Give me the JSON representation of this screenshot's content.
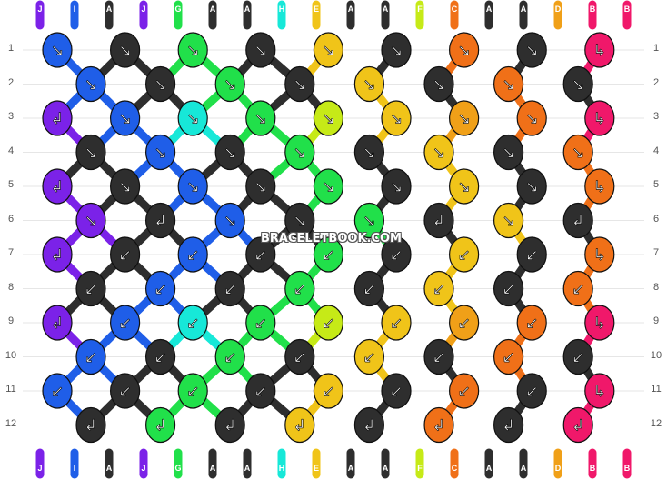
{
  "colors": {
    "J": "#7b22e8",
    "I": "#1f5ee8",
    "A": "#2e2e2e",
    "G": "#21e04a",
    "H": "#17e8d8",
    "E": "#f0c419",
    "F": "#c6ea17",
    "C": "#f07018",
    "D": "#f0a018",
    "B": "#f0186a"
  },
  "strands_top": [
    "J",
    "I",
    "A",
    "J",
    "G",
    "A",
    "A",
    "H",
    "E",
    "A",
    "A",
    "F",
    "C",
    "A",
    "A",
    "D",
    "B",
    "B"
  ],
  "strands_bottom": [
    "J",
    "I",
    "A",
    "J",
    "G",
    "A",
    "A",
    "H",
    "E",
    "A",
    "A",
    "F",
    "C",
    "A",
    "A",
    "D",
    "B",
    "B"
  ],
  "row_numbers": [
    "1",
    "2",
    "3",
    "4",
    "5",
    "6",
    "7",
    "8",
    "9",
    "10",
    "11",
    "12"
  ],
  "watermark": "BRACELETBOOK.COM",
  "knots": [
    [
      {
        "c": "I",
        "a": "↘"
      },
      {
        "c": "A",
        "a": "↘"
      },
      {
        "c": "G",
        "a": "↘"
      },
      {
        "c": "A",
        "a": "↘"
      },
      {
        "c": "E",
        "a": "↘"
      },
      {
        "c": "A",
        "a": "↘"
      },
      {
        "c": "C",
        "a": "↘"
      },
      {
        "c": "A",
        "a": "↘"
      },
      {
        "c": "B",
        "a": "↳"
      }
    ],
    [
      {
        "c": "I",
        "a": "↘"
      },
      {
        "c": "A",
        "a": "↘"
      },
      {
        "c": "G",
        "a": "↘"
      },
      {
        "c": "A",
        "a": "↘"
      },
      {
        "c": "E",
        "a": "↘"
      },
      {
        "c": "A",
        "a": "↘"
      },
      {
        "c": "C",
        "a": "↘"
      },
      {
        "c": "A",
        "a": "↘"
      }
    ],
    [
      {
        "c": "J",
        "a": "↲"
      },
      {
        "c": "I",
        "a": "↘"
      },
      {
        "c": "H",
        "a": "↘"
      },
      {
        "c": "G",
        "a": "↘"
      },
      {
        "c": "F",
        "a": "↘"
      },
      {
        "c": "E",
        "a": "↘"
      },
      {
        "c": "D",
        "a": "↘"
      },
      {
        "c": "C",
        "a": "↘"
      },
      {
        "c": "B",
        "a": "↳"
      }
    ],
    [
      {
        "c": "A",
        "a": "↘"
      },
      {
        "c": "I",
        "a": "↘"
      },
      {
        "c": "A",
        "a": "↘"
      },
      {
        "c": "G",
        "a": "↘"
      },
      {
        "c": "A",
        "a": "↘"
      },
      {
        "c": "E",
        "a": "↘"
      },
      {
        "c": "A",
        "a": "↘"
      },
      {
        "c": "C",
        "a": "↘"
      }
    ],
    [
      {
        "c": "J",
        "a": "↲"
      },
      {
        "c": "A",
        "a": "↘"
      },
      {
        "c": "I",
        "a": "↘"
      },
      {
        "c": "A",
        "a": "↘"
      },
      {
        "c": "G",
        "a": "↘"
      },
      {
        "c": "A",
        "a": "↘"
      },
      {
        "c": "E",
        "a": "↘"
      },
      {
        "c": "A",
        "a": "↘"
      },
      {
        "c": "C",
        "a": "↳"
      }
    ],
    [
      {
        "c": "J",
        "a": "↘"
      },
      {
        "c": "A",
        "a": "↲"
      },
      {
        "c": "I",
        "a": "↘"
      },
      {
        "c": "A",
        "a": "↘"
      },
      {
        "c": "G",
        "a": "↘"
      },
      {
        "c": "A",
        "a": "↲"
      },
      {
        "c": "E",
        "a": "↘"
      },
      {
        "c": "A",
        "a": "↲"
      }
    ],
    [
      {
        "c": "J",
        "a": "↲"
      },
      {
        "c": "A",
        "a": "↙"
      },
      {
        "c": "I",
        "a": "↙"
      },
      {
        "c": "A",
        "a": "↙"
      },
      {
        "c": "G",
        "a": "↙"
      },
      {
        "c": "A",
        "a": "↙"
      },
      {
        "c": "E",
        "a": "↙"
      },
      {
        "c": "A",
        "a": "↙"
      },
      {
        "c": "C",
        "a": "↳"
      }
    ],
    [
      {
        "c": "A",
        "a": "↙"
      },
      {
        "c": "I",
        "a": "↙"
      },
      {
        "c": "A",
        "a": "↙"
      },
      {
        "c": "G",
        "a": "↙"
      },
      {
        "c": "A",
        "a": "↙"
      },
      {
        "c": "E",
        "a": "↙"
      },
      {
        "c": "A",
        "a": "↙"
      },
      {
        "c": "C",
        "a": "↙"
      }
    ],
    [
      {
        "c": "J",
        "a": "↲"
      },
      {
        "c": "I",
        "a": "↙"
      },
      {
        "c": "H",
        "a": "↙"
      },
      {
        "c": "G",
        "a": "↙"
      },
      {
        "c": "F",
        "a": "↙"
      },
      {
        "c": "E",
        "a": "↙"
      },
      {
        "c": "D",
        "a": "↙"
      },
      {
        "c": "C",
        "a": "↙"
      },
      {
        "c": "B",
        "a": "↳"
      }
    ],
    [
      {
        "c": "I",
        "a": "↙"
      },
      {
        "c": "A",
        "a": "↙"
      },
      {
        "c": "G",
        "a": "↙"
      },
      {
        "c": "A",
        "a": "↙"
      },
      {
        "c": "E",
        "a": "↙"
      },
      {
        "c": "A",
        "a": "↙"
      },
      {
        "c": "C",
        "a": "↙"
      },
      {
        "c": "A",
        "a": "↙"
      }
    ],
    [
      {
        "c": "I",
        "a": "↙"
      },
      {
        "c": "A",
        "a": "↙"
      },
      {
        "c": "G",
        "a": "↙"
      },
      {
        "c": "A",
        "a": "↙"
      },
      {
        "c": "E",
        "a": "↙"
      },
      {
        "c": "A",
        "a": "↙"
      },
      {
        "c": "C",
        "a": "↙"
      },
      {
        "c": "A",
        "a": "↙"
      },
      {
        "c": "B",
        "a": "↳"
      }
    ],
    [
      {
        "c": "A",
        "a": "↲"
      },
      {
        "c": "G",
        "a": "↲"
      },
      {
        "c": "A",
        "a": "↲"
      },
      {
        "c": "E",
        "a": "↲"
      },
      {
        "c": "A",
        "a": "↲"
      },
      {
        "c": "C",
        "a": "↲"
      },
      {
        "c": "A",
        "a": "↲"
      },
      {
        "c": "B",
        "a": "↲"
      }
    ]
  ]
}
